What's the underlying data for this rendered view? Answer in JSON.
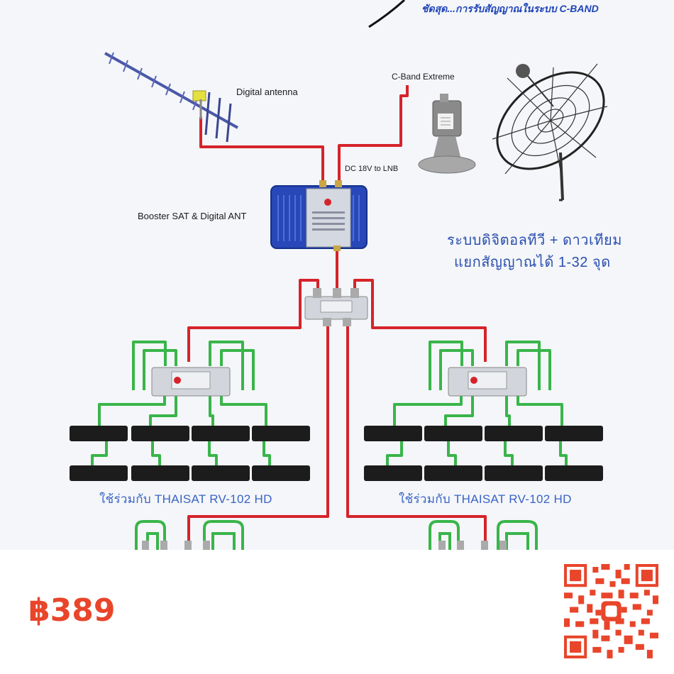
{
  "header": {
    "tagline": "ชัดสุด...การรับสัญญาณในระบบ C-BAND"
  },
  "labels": {
    "digital_antenna": "Digital antenna",
    "lnb": "C-Band Extreme",
    "dc_note": "DC 18V to LNB",
    "booster": "Booster SAT & Digital ANT"
  },
  "feature": {
    "line1": "ระบบดิจิตอลทีวี + ดาวเทียม",
    "line2": "แยกสัญญาณได้ 1-32 จุด"
  },
  "receiver_groups": [
    {
      "caption": "ใช้ร่วมกับ THAISAT RV-102 HD"
    },
    {
      "caption": "ใช้ร่วมกับ THAISAT RV-102 HD"
    }
  ],
  "price": "฿389",
  "colors": {
    "trunk": "#d6232b",
    "branch": "#39b54a",
    "thai_text": "#2b4fb0",
    "price": "#e8452b",
    "qr": "#e8452b"
  },
  "icons": [
    "antenna-icon",
    "lnb-icon",
    "satellite-dish-icon",
    "booster-icon",
    "splitter-icon",
    "receiver-icon",
    "qr-code-icon"
  ]
}
